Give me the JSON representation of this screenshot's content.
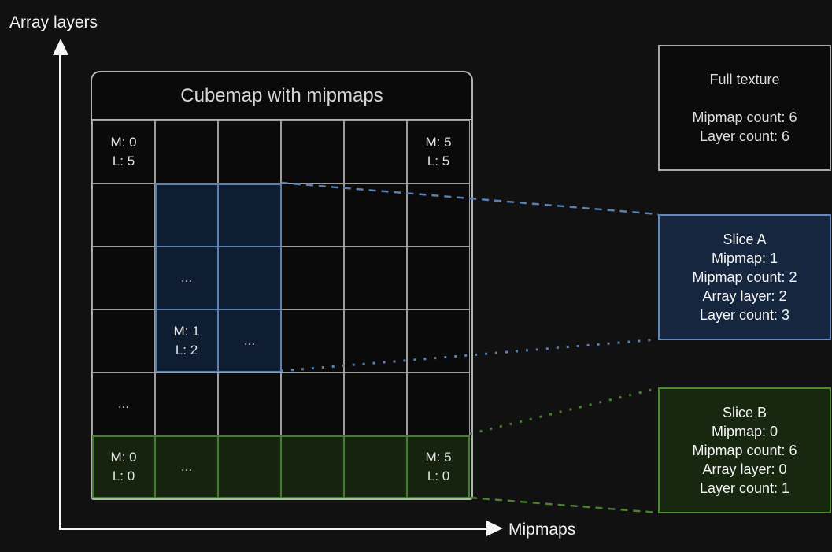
{
  "axes": {
    "y_label": "Array layers",
    "x_label": "Mipmaps"
  },
  "grid": {
    "title": "Cubemap with mipmaps",
    "rows": 6,
    "cols": 6,
    "labeled_cells": [
      {
        "row": 0,
        "col": 0,
        "lines": [
          "M: 0",
          "L: 5"
        ]
      },
      {
        "row": 0,
        "col": 5,
        "lines": [
          "M: 5",
          "L: 5"
        ]
      },
      {
        "row": 2,
        "col": 1,
        "lines": [
          "..."
        ]
      },
      {
        "row": 3,
        "col": 1,
        "lines": [
          "M: 1",
          "L: 2"
        ]
      },
      {
        "row": 3,
        "col": 2,
        "lines": [
          "..."
        ]
      },
      {
        "row": 4,
        "col": 0,
        "lines": [
          "..."
        ]
      },
      {
        "row": 5,
        "col": 0,
        "lines": [
          "M: 0",
          "L: 0"
        ]
      },
      {
        "row": 5,
        "col": 1,
        "lines": [
          "..."
        ]
      },
      {
        "row": 5,
        "col": 5,
        "lines": [
          "M: 5",
          "L: 0"
        ]
      }
    ],
    "regions": {
      "slice_a": {
        "row_start": 1,
        "row_end": 3,
        "col_start": 1,
        "col_end": 2
      },
      "slice_b": {
        "row_start": 5,
        "row_end": 5,
        "col_start": 0,
        "col_end": 5
      }
    }
  },
  "boxes": [
    {
      "kind": "full-texture",
      "lines": [
        "Full texture",
        "",
        "Mipmap count: 6",
        "Layer count: 6"
      ]
    },
    {
      "kind": "slice-a",
      "lines": [
        "Slice A",
        "Mipmap: 1",
        "Mipmap count: 2",
        "Array layer: 2",
        "Layer count: 3"
      ]
    },
    {
      "kind": "slice-b",
      "lines": [
        "Slice B",
        "Mipmap: 0",
        "Mipmap count: 6",
        "Array layer: 0",
        "Layer count: 1"
      ]
    }
  ],
  "colors": {
    "background": "#111111",
    "grid_line": "#9c9c9c",
    "grid_border": "#b3b3b3",
    "axis": "#f5f5f5",
    "slice_a_accent": "#5b80b2",
    "slice_a_cell_fill": "#0f1d33",
    "slice_a_box_fill": "#16263f",
    "slice_b_accent": "#417f2a",
    "slice_b_cell_fill": "#16230f",
    "slice_b_box_fill": "#182710",
    "full_texture_border": "#a8a8a8"
  }
}
